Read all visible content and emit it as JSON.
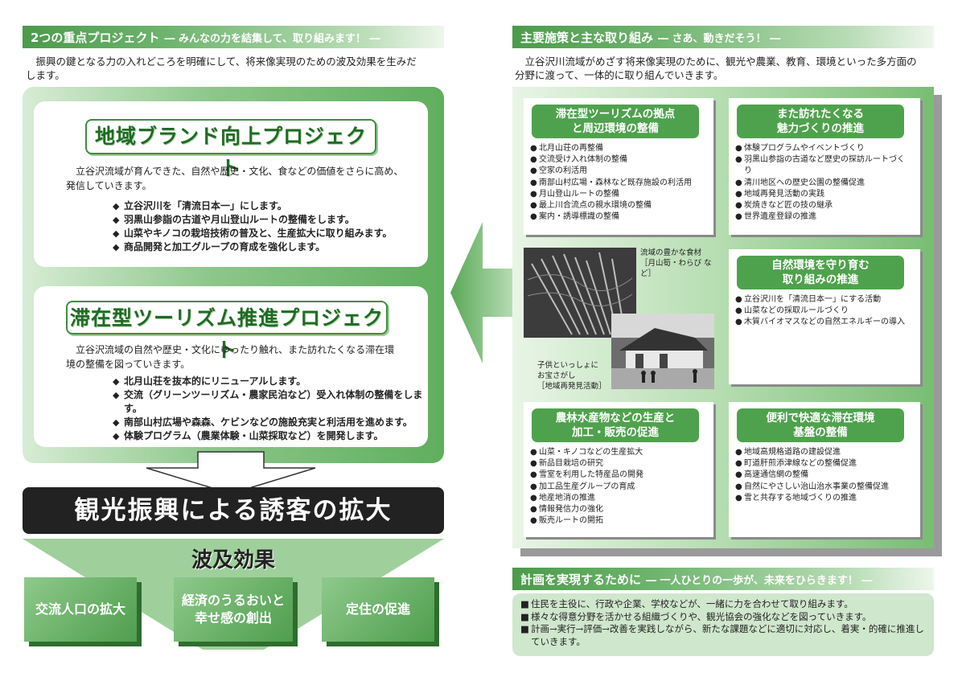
{
  "left_header": {
    "title": "2つの重点プロジェクト",
    "subtitle": "― みんなの力を結集して、取り組みます！ ―"
  },
  "left_intro": "　振興の鍵となる力の入れどころを明確にして、将来像実現のための波及効果を生みだします。",
  "project1": {
    "title": "地域ブランド向上プロジェクト",
    "desc": "　立谷沢流域が育んできた、自然や歴史・文化、食などの価値をさらに高め、発信していきます。",
    "items": [
      "立谷沢川を「清流日本一」にします。",
      "羽黒山参詣の古道や月山登山ルートの整備をします。",
      "山菜やキノコの栽培技術の普及と、生産拡大に取り組みます。",
      "商品開発と加工グループの育成を強化します。"
    ]
  },
  "project2": {
    "title": "滞在型ツーリズム推進プロジェクト",
    "desc": "　立谷沢流域の自然や歴史・文化にゆったり触れ、また訪れたくなる滞在環境の整備を図っていきます。",
    "items": [
      "北月山荘を抜本的にリニューアルします。",
      "交流（グリーンツーリズム・農家民泊など）受入れ体制の整備をします。",
      "南部山村広場や森森、ケビンなどの施設充実と利活用を進めます。",
      "体験プログラム（農業体験・山菜採取など）を開発します。"
    ]
  },
  "banner": "観光振興による誘客の拡大",
  "effect_title": "波及効果",
  "effects": [
    "交流人口の拡大",
    "経済のうるおいと\n幸せ感の創出",
    "定住の促進"
  ],
  "right_header": {
    "title": "主要施策と主な取り組み",
    "subtitle": "― さあ、動きだそう！ ―"
  },
  "right_intro": "　立谷沢川流域がめざす将来像実現のために、観光や農業、教育、環境といった多方面の分野に渡って、一体的に取り組んでいきます。",
  "cards": {
    "c1": {
      "title": "滞在型ツーリズムの拠点\nと周辺環境の整備",
      "items": [
        "北月山荘の再整備",
        "交流受け入れ体制の整備",
        "空家の利活用",
        "南部山村広場・森林など既存施設の利活用",
        "月山登山ルートの整備",
        "最上川合流点の親水環境の整備",
        "案内・誘導標識の整備"
      ]
    },
    "c2": {
      "title": "また訪れたくなる\n魅力づくりの推進",
      "items": [
        "体験プログラムやイベントづくり",
        "羽黒山参詣の古道など歴史の探訪ルートづくり",
        "清川地区への歴史公園の整備促進",
        "地域再発見活動の実践",
        "炭焼きなど匠の技の継承",
        "世界遺産登録の推進"
      ]
    },
    "c3": {
      "title": "自然環境を守り育む\n取り組みの推進",
      "items": [
        "立谷沢川を「清流日本一」にする活動",
        "山菜などの採取ルールづくり",
        "木質バイオマスなどの自然エネルギーの導入"
      ]
    },
    "c4": {
      "title": "農林水産物などの生産と\n加工・販売の促進",
      "items": [
        "山菜・キノコなどの生産拡大",
        "新品目栽培の研究",
        "雪室を利用した特産品の開発",
        "加工品生産グループの育成",
        "地産地消の推進",
        "情報発信力の強化",
        "販売ルートの開拓"
      ]
    },
    "c5": {
      "title": "便利で快適な滞在環境\n基盤の整備",
      "items": [
        "地域高規格道路の建設促進",
        "町道肝煎添津線などの整備促進",
        "高速通信網の整備",
        "自然にやさしい治山治水事業の整備促進",
        "雪と共存する地域づくりの推進"
      ]
    }
  },
  "photos": {
    "caption1": "流域の豊かな食材\n［月山筍・わらび など］",
    "caption2": "子供といっしょに\nお宝さがし\n［地域再発見活動］"
  },
  "plan_header": {
    "title": "計画を実現するために",
    "subtitle": "― 一人ひとりの一歩が、未来をひらきます！ ―"
  },
  "plan_items": [
    "住民を主役に、行政や企業、学校などが、一緒に力を合わせて取り組みます。",
    "様々な得意分野を活かせる組織づくりや、観光協会の強化などを図っていきます。",
    "計画→実行→評価→改善を実践しながら、新たな課題などに適切に対応し、着実・的確に推進していきます。"
  ]
}
